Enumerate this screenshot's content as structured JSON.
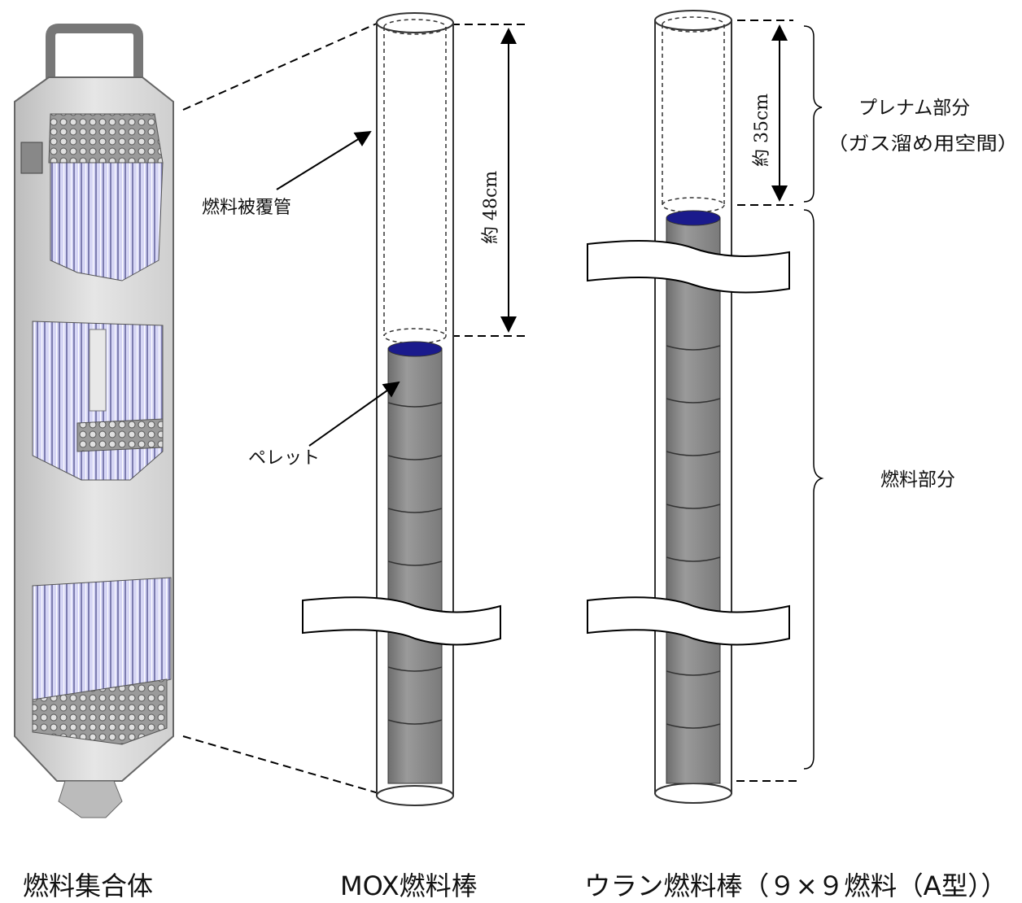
{
  "labels": {
    "cladding_tube": "燃料被覆管",
    "pellet": "ペレット",
    "mox_length": "約 48cm",
    "uranium_length": "約 35cm",
    "plenum": "プレナム部分",
    "plenum_note": "（ガス溜め用空間）",
    "fuel_part": "燃料部分"
  },
  "captions": {
    "assembly": "燃料集合体",
    "mox_rod": "MOX燃料棒",
    "uranium_rod": "ウラン燃料棒（９×９燃料（A型））"
  },
  "colors": {
    "pellet_body": "#8c8c8c",
    "pellet_top": "#1a1a8c",
    "fuel_rod_tint": "#c9c9f0",
    "housing": "#d9d9d9"
  }
}
